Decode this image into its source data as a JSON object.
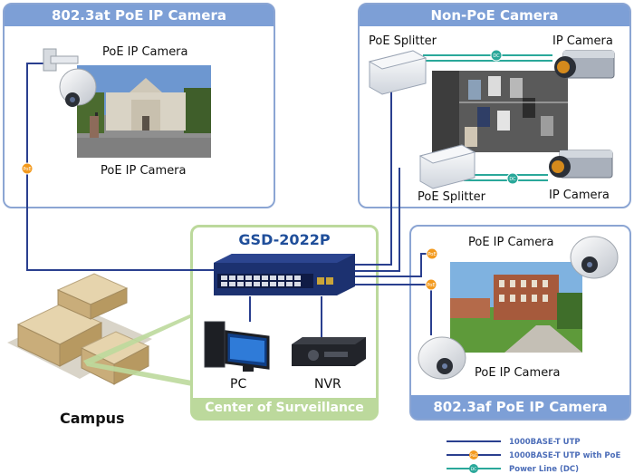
{
  "panels": {
    "at_camera": {
      "title": "802.3at PoE IP Camera",
      "camera_label_top": "PoE IP Camera",
      "camera_label_bottom": "PoE IP Camera"
    },
    "non_poe": {
      "title": "Non-PoE Camera",
      "splitter_top": "PoE Splitter",
      "camera_top": "IP Camera",
      "splitter_bottom": "PoE Splitter",
      "camera_bottom": "IP Camera"
    },
    "af_camera": {
      "title": "802.3af PoE IP Camera",
      "camera_label_top": "PoE IP Camera",
      "camera_label_bottom": "PoE IP Camera"
    },
    "center": {
      "title": "GSD-2022P",
      "footer": "Center of Surveillance",
      "pc_label": "PC",
      "nvr_label": "NVR"
    }
  },
  "campus_label": "Campus",
  "badges": {
    "poe": "PoE",
    "dc": "DC"
  },
  "legend": [
    {
      "label": "1000BASE-T UTP",
      "badge": ""
    },
    {
      "label": "1000BASE-T UTP with PoE",
      "badge": "PoE"
    },
    {
      "label": "Power Line (DC)",
      "badge": "DC"
    }
  ],
  "colors": {
    "utp": "#2a3f8f",
    "poe_badge": "#f39a1e",
    "dc_line": "#2aa89a",
    "panel_blue": "#7d9fd6",
    "center_green": "#bcd99c",
    "title_blue": "#1f4e9a"
  }
}
